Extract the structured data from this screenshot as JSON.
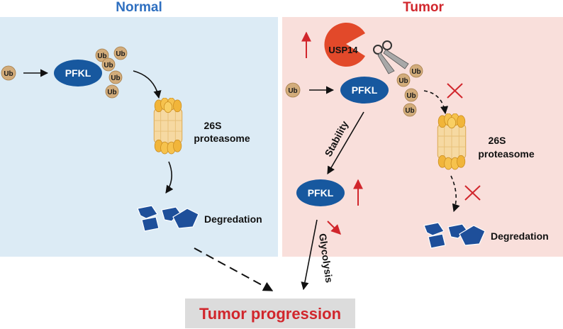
{
  "panels": {
    "normal": {
      "title": "Normal",
      "bg": "#dcebf5"
    },
    "tumor": {
      "title": "Tumor",
      "bg": "#f9dfdb"
    }
  },
  "labels": {
    "pfkl": "PFKL",
    "ub": "Ub",
    "usp14": "USP14",
    "proteasome_line1": "26S",
    "proteasome_line2": "proteasome",
    "degradation_normal": "Degredation",
    "degradation_tumor": "Degredation",
    "stability": "Stability",
    "glycolysis": "Glycolysis"
  },
  "outcome": {
    "text": "Tumor progression"
  },
  "colors": {
    "pfkl": "#17589f",
    "ub": "#d2ac7b",
    "usp14": "#e2492a",
    "proteasome": "#f1b53a",
    "up_arrow": "#d1262c",
    "block_x": "#d1262c",
    "fragment": "#1e4f9a"
  },
  "icons": [
    "scissors-icon",
    "proteasome-icon",
    "degradation-fragments-icon",
    "inhibition-cross-icon",
    "up-arrow-icon"
  ]
}
